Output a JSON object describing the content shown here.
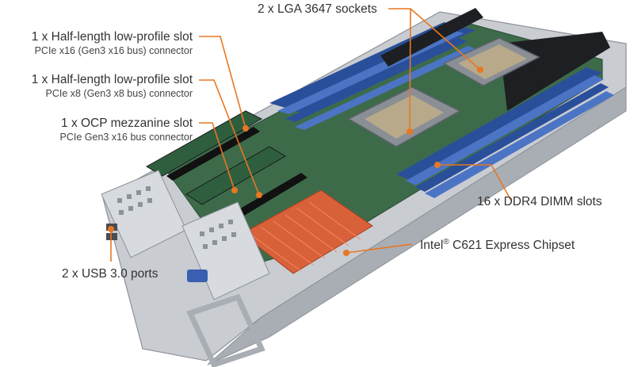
{
  "labels": {
    "slot1": {
      "title": "1 x Half-length low-profile slot",
      "sub": "PCIe x16 (Gen3 x16 bus) connector"
    },
    "slot2": {
      "title": "1 x Half-length low-profile slot",
      "sub": "PCIe x8 (Gen3 x8 bus) connector"
    },
    "ocp": {
      "title": "1 x OCP mezzanine slot",
      "sub": "PCIe Gen3 x16 bus connector"
    },
    "sockets": {
      "title": "2 x LGA 3647 sockets"
    },
    "dimm": {
      "title": "16 x DDR4 DIMM slots"
    },
    "chipset": {
      "title_a": "Intel",
      "reg": "®",
      "title_b": " C621 Express Chipset"
    },
    "usb": {
      "title": "2 x USB 3.0 ports"
    }
  },
  "colors": {
    "accent": "#e87722",
    "chassis": "#c9ccd1",
    "pcb": "#3d6b4a",
    "dimm_blue": "#2a4f9a",
    "heatsink": "#d9613a"
  }
}
